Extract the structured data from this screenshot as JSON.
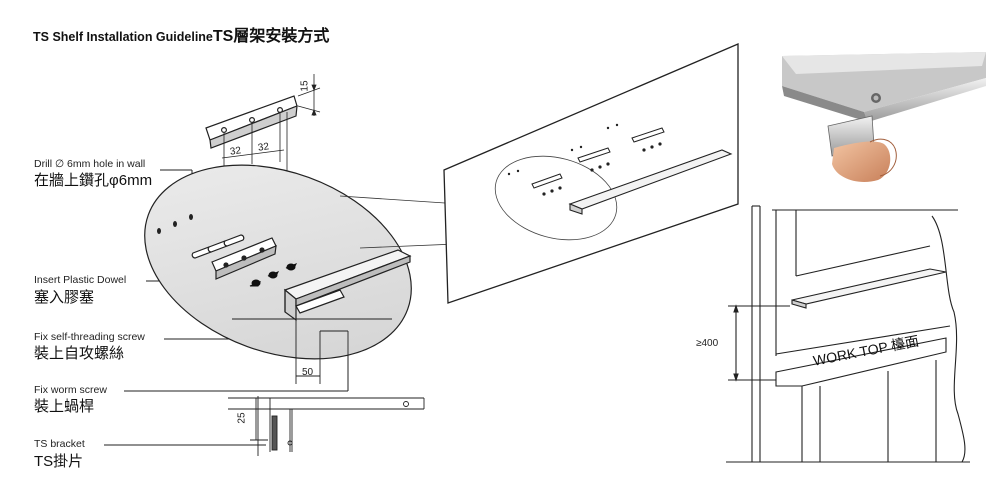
{
  "title": {
    "en": "TS Shelf Installation Guideline",
    "zh": "TS層架安裝方式"
  },
  "callouts": [
    {
      "en": "Drill ∅ 6mm hole in wall",
      "zh": "在牆上鑽孔φ6mm"
    },
    {
      "en": "Insert Plastic Dowel",
      "zh": "塞入膠塞"
    },
    {
      "en": "Fix self-threading  screw",
      "zh": "裝上自攻螺絲"
    },
    {
      "en": "Fix worm screw",
      "zh": "裝上蝸桿"
    },
    {
      "en": "TS bracket",
      "zh": "TS掛片"
    }
  ],
  "dimensions": {
    "spacing_a": "32",
    "spacing_b": "32",
    "edge": "15",
    "depth": "50",
    "bracket": "25",
    "height": "≥400"
  },
  "worktop_label": "WORK TOP 檯面",
  "colors": {
    "line": "#1a1a1a",
    "wall": "#ffffff",
    "metal": "#d9d9d9",
    "skin": "#e3a47c"
  }
}
